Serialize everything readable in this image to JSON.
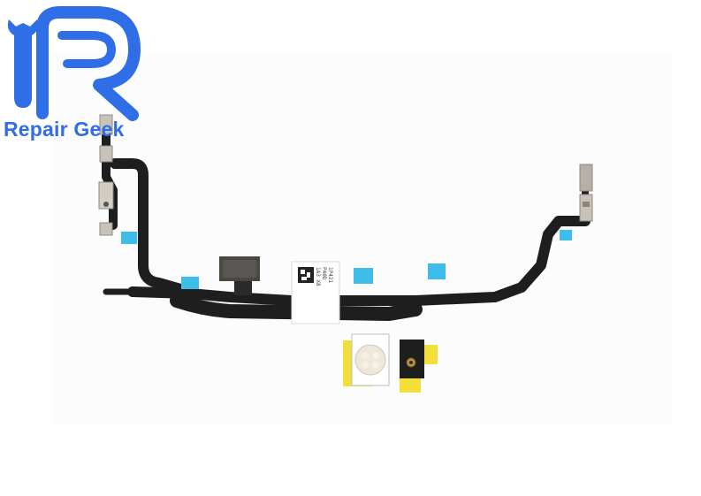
{
  "brand": {
    "name": "Repair Geek",
    "color": "#2f6ee6"
  },
  "product": {
    "label_lines": [
      "1P421",
      "P40D",
      "1A3 X8"
    ]
  },
  "colors": {
    "cable": "#1e1e1e",
    "stiffener": "#c9c2b8",
    "adhesive_blue": "#3fbde9",
    "adhesive_yellow": "#f2df3c",
    "shield": "#4a4743"
  }
}
